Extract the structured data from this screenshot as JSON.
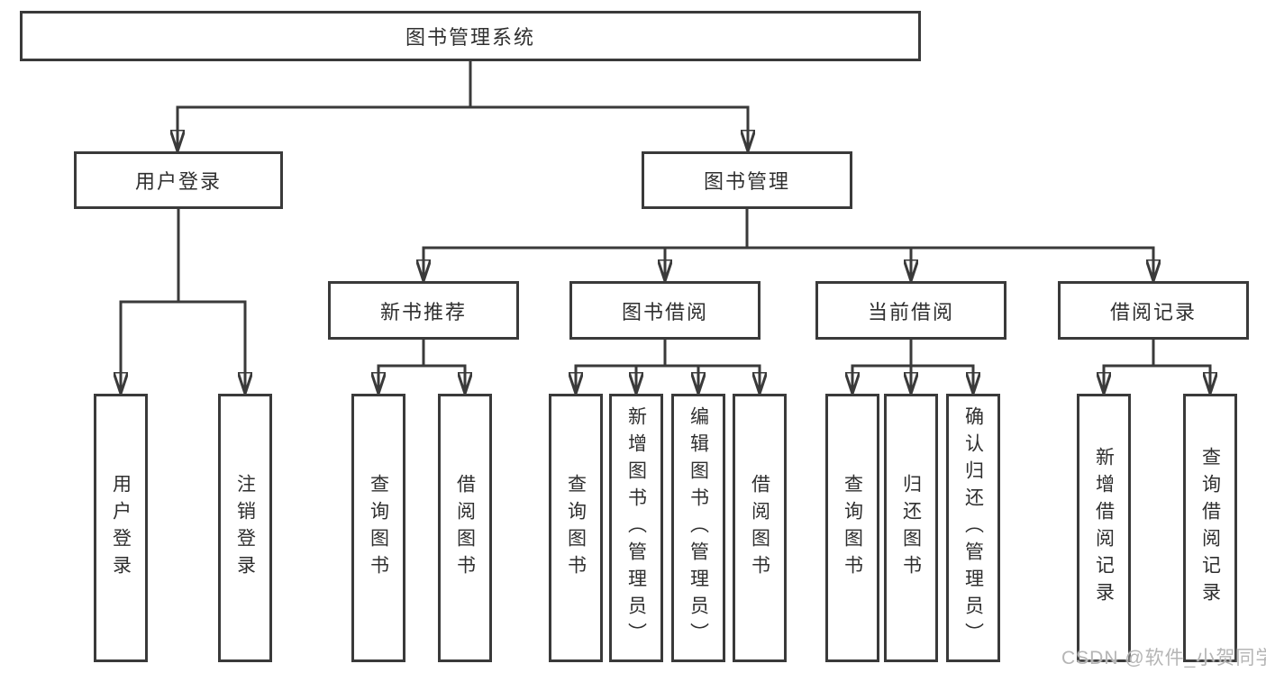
{
  "diagram": {
    "root": {
      "label": "图书管理系统"
    },
    "level2": [
      {
        "label": "用户登录"
      },
      {
        "label": "图书管理"
      }
    ],
    "level3": [
      {
        "label": "新书推荐"
      },
      {
        "label": "图书借阅"
      },
      {
        "label": "当前借阅"
      },
      {
        "label": "借阅记录"
      }
    ],
    "leaves": [
      {
        "label": "用户登录"
      },
      {
        "label": "注销登录"
      },
      {
        "label": "查询图书"
      },
      {
        "label": "借阅图书"
      },
      {
        "label": "查询图书"
      },
      {
        "label": "新增图书（管理员）"
      },
      {
        "label": "编辑图书（管理员）"
      },
      {
        "label": "借阅图书"
      },
      {
        "label": "查询图书"
      },
      {
        "label": "归还图书"
      },
      {
        "label": "确认归还（管理员）"
      },
      {
        "label": "新增借阅记录"
      },
      {
        "label": "查询借阅记录"
      }
    ],
    "watermark": "CSDN @软件_小贺同学",
    "colors": {
      "line": "#3a3a3a",
      "text": "#2f2f2f",
      "watermark": "#b5b5b5",
      "background": "#ffffff"
    }
  }
}
